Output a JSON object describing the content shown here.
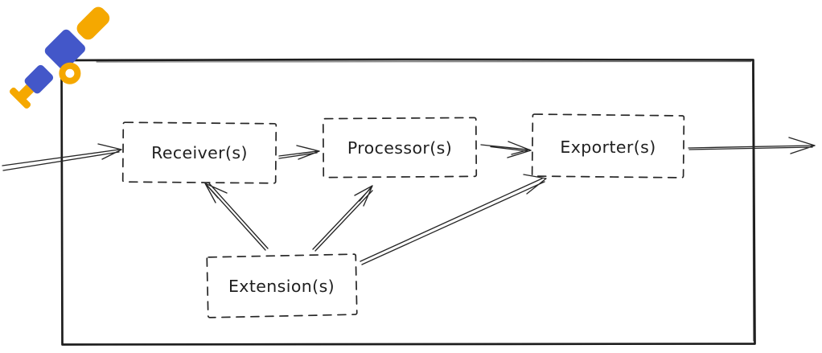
{
  "nodes": {
    "receivers": {
      "label": "Receiver(s)"
    },
    "processors": {
      "label": "Processor(s)"
    },
    "exporters": {
      "label": "Exporter(s)"
    },
    "extensions": {
      "label": "Extension(s)"
    }
  },
  "edges": [
    {
      "from": "external-input",
      "to": "receivers",
      "style": "double-line-arrow"
    },
    {
      "from": "receivers",
      "to": "processors",
      "style": "double-line-arrow"
    },
    {
      "from": "processors",
      "to": "exporters",
      "style": "line-arrow"
    },
    {
      "from": "exporters",
      "to": "external-output",
      "style": "line-arrow"
    },
    {
      "from": "extensions",
      "to": "receivers",
      "style": "double-line-arrow"
    },
    {
      "from": "extensions",
      "to": "processors",
      "style": "double-line-arrow"
    },
    {
      "from": "extensions",
      "to": "exporters",
      "style": "double-line-arrow"
    }
  ],
  "icons": {
    "logo": "opentelemetry-telescope-logo"
  },
  "colors": {
    "ink": "#1f1f1f",
    "background": "#ffffff",
    "logo_orange": "#f5a800",
    "logo_blue": "#4357c9"
  }
}
